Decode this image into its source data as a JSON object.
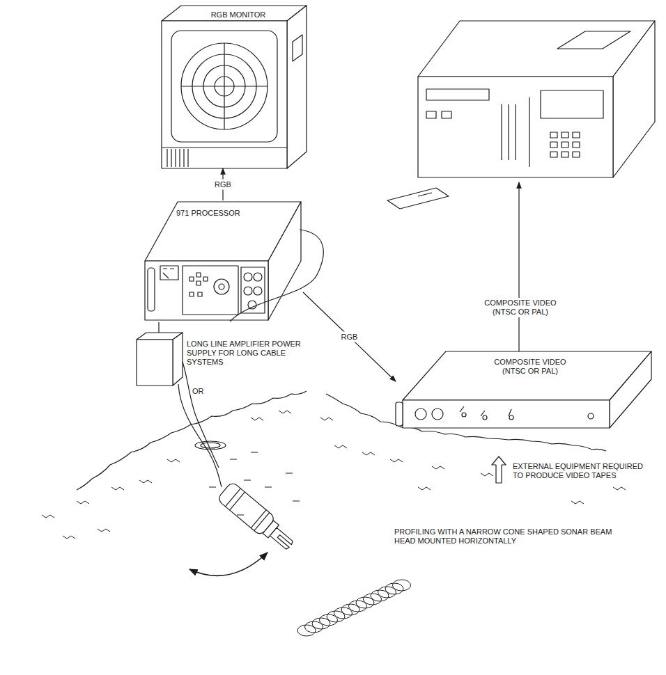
{
  "diagram": {
    "nodes": [
      {
        "text": [
          "RGB MONITOR"
        ]
      },
      {
        "text": [
          "971 PROCESSOR"
        ]
      },
      {
        "text": [
          "LONG LINE AMPLIFIER POWER SUPPLY FOR LONG CABLE SYSTEMS"
        ]
      },
      {
        "text": [
          "COMPOSITE VIDEO (NTSC OR PAL)"
        ]
      }
    ],
    "edges": [
      {
        "from": 1,
        "to": 0,
        "label": "RGB",
        "arrow": "to"
      },
      {
        "from": 1,
        "to": 3,
        "label": "RGB",
        "arrow": "to"
      },
      {
        "from": 1,
        "to": 2,
        "arrow": "none"
      }
    ],
    "labels": [
      "COMPOSITE VIDEO (NTSC OR PAL)",
      "OR",
      "EXTERNAL EQUIPMENT REQUIRED TO PRODUCE VIDEO TAPES",
      "PROFILING WITH A NARROW CONE SHAPED SONAR BEAM HEAD MOUNTED HORIZONTALLY"
    ]
  }
}
